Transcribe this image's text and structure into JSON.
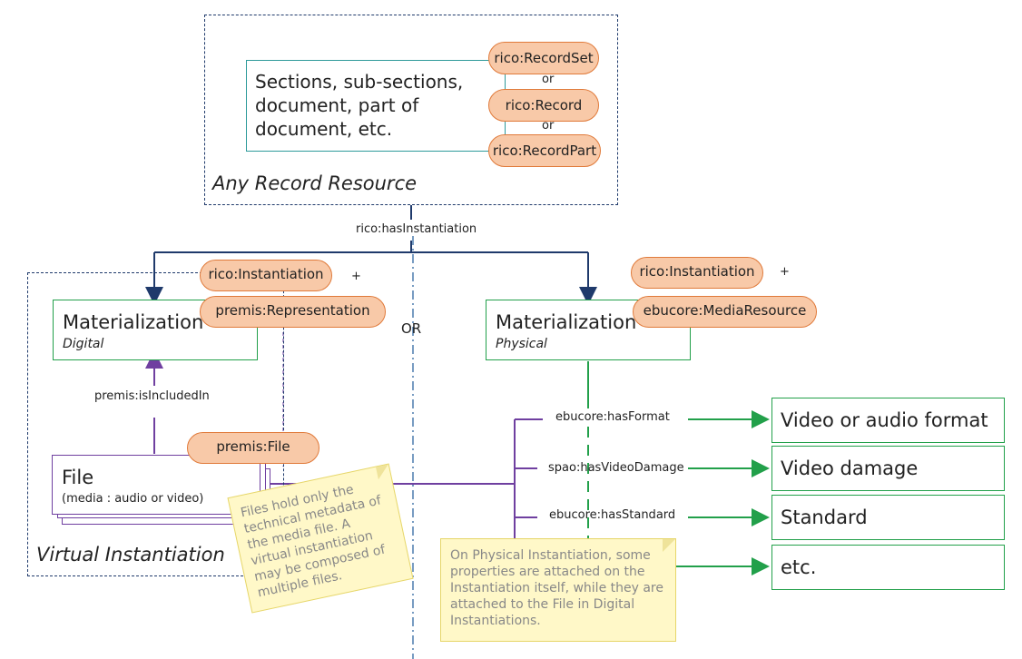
{
  "record": {
    "description": "Sections, sub-sections, document, part of document, etc.",
    "caption": "Any Record Resource",
    "classes": [
      "rico:RecordSet",
      "rico:Record",
      "rico:RecordPart"
    ],
    "or_label": "or"
  },
  "relation_main": "rico:hasInstantiation",
  "or_center": "OR",
  "digital": {
    "title": "Materialization",
    "subtitle": "Digital",
    "class1": "rico:Instantiation",
    "class2": "premis:Representation",
    "plus": "+",
    "relation": "premis:isIncludedIn",
    "file_title": "File",
    "file_subtitle": "(media : audio or video)",
    "file_class": "premis:File",
    "caption": "Virtual Instantiation"
  },
  "physical": {
    "title": "Materialization",
    "subtitle": "Physical",
    "class1": "rico:Instantiation",
    "class2": "ebucore:MediaResource",
    "plus": "+"
  },
  "properties": [
    {
      "label": "ebucore:hasFormat",
      "target": "Video or audio format"
    },
    {
      "label": "spao:hasVideoDamage",
      "target": "Video damage"
    },
    {
      "label": "ebucore:hasStandard",
      "target": "Standard"
    },
    {
      "label": "",
      "target": "etc."
    }
  ],
  "notes": {
    "files": "Files hold only the technical metadata of the media file. A virtual instantiation may be composed of multiple files.",
    "physical": "On Physical Instantiation, some properties are attached on the Instantiation itself, while they are attached to the File in Digital Instantiations."
  },
  "colors": {
    "navy": "#1f3a6b",
    "teal": "#2e9a9a",
    "green": "#22a04a",
    "purple": "#6f3fa0",
    "pill_fill": "#f8c9a8",
    "pill_border": "#e07a3a",
    "note_fill": "#fff8c8"
  }
}
